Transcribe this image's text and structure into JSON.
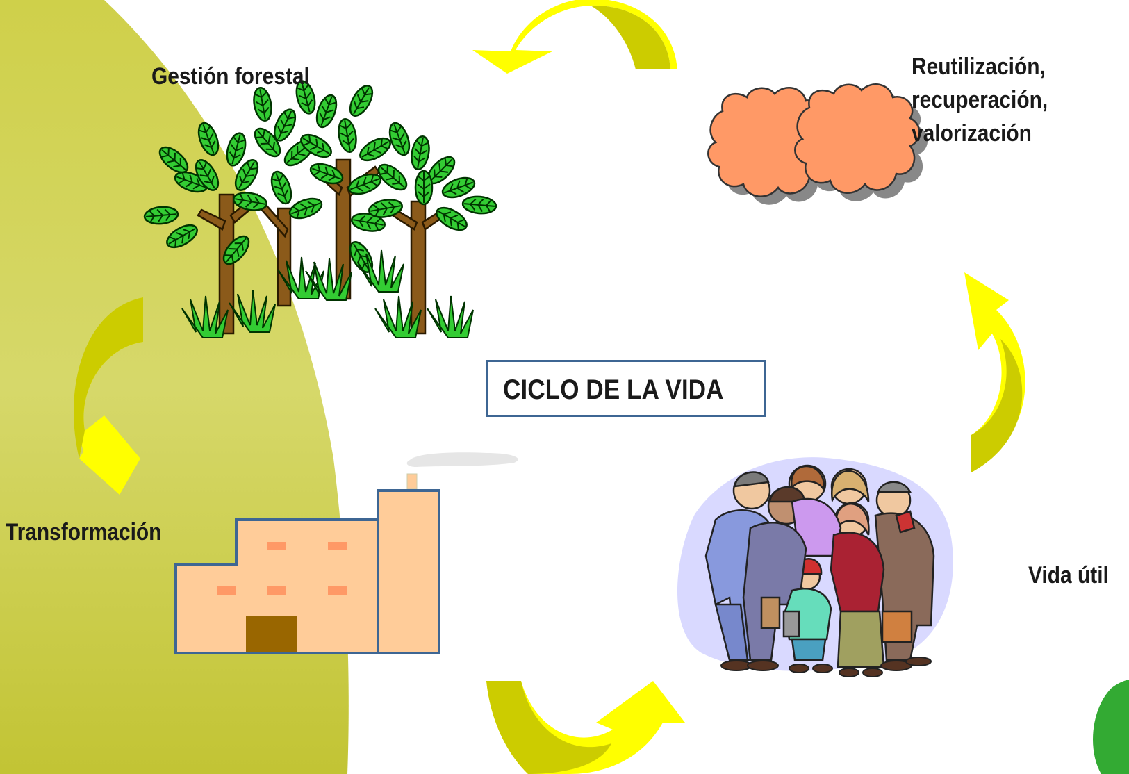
{
  "diagram": {
    "center_title": "CICLO DE LA VIDA",
    "stages": {
      "forest": {
        "label": "Gestión forestal",
        "icon": "forest-icon"
      },
      "recycle": {
        "label_lines": [
          "Reutilización,",
          "recuperación,",
          "valorización"
        ],
        "icon": "cloud-icon"
      },
      "transform": {
        "label": "Transformación",
        "icon": "factory-icon"
      },
      "use": {
        "label": "Vida útil",
        "icon": "people-group-icon"
      }
    },
    "arrows": [
      "curved-arrow-top",
      "curved-arrow-left",
      "curved-arrow-bottom",
      "curved-arrow-right"
    ]
  },
  "colors": {
    "background_shape": "#c9c93a",
    "arrow_fill": "#ffff00",
    "arrow_shade": "#cccc00",
    "title_border": "#3e6693",
    "cloud_fill": "#ff9966",
    "factory_fill": "#ffcc99",
    "factory_outline": "#3e6693",
    "door": "#996600",
    "leaf": "#33cc33",
    "trunk": "#8b5a1a"
  }
}
